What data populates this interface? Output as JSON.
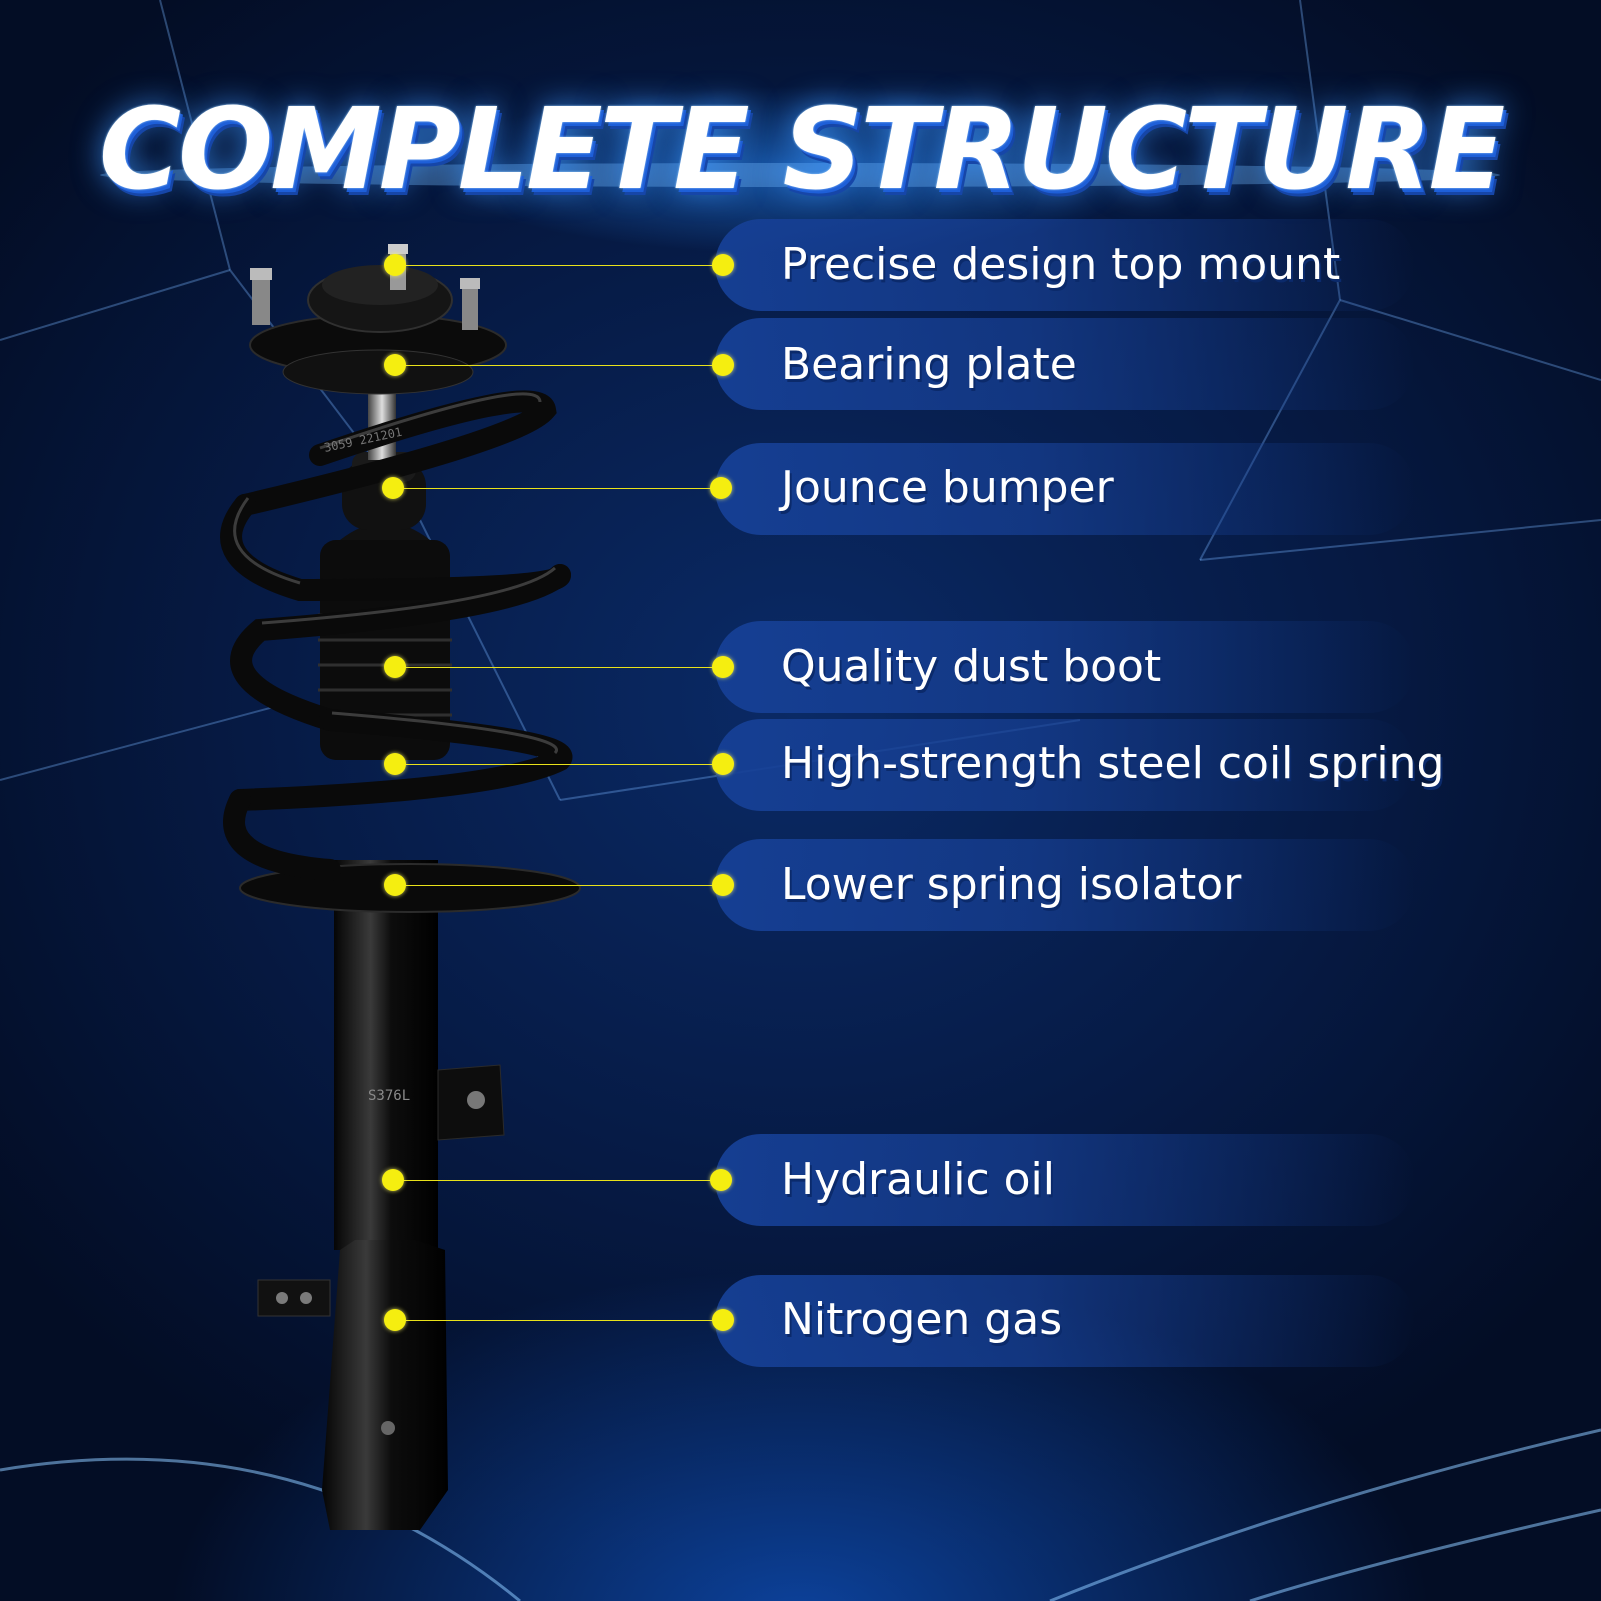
{
  "title": "COMPLETE STRUCTURE",
  "colors": {
    "background": "#061a44",
    "accent": "#1e5fd8",
    "callout": "#163f96",
    "marker": "#f5ee10"
  },
  "callouts": [
    {
      "label": "Precise design top mount"
    },
    {
      "label": "Bearing plate"
    },
    {
      "label": "Jounce bumper"
    },
    {
      "label": "Quality dust boot"
    },
    {
      "label": "High-strength steel coil spring"
    },
    {
      "label": "Lower spring isolator"
    },
    {
      "label": "Hydraulic oil"
    },
    {
      "label": "Nitrogen gas"
    }
  ],
  "strut_markings": {
    "spring_code": "3059 221201",
    "body_code": "S376L"
  }
}
